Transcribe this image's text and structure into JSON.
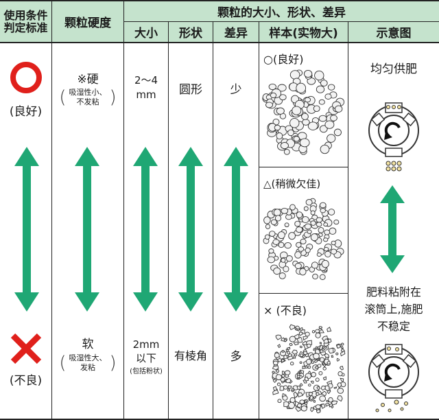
{
  "header": {
    "criteria_label_line1": "使用条件",
    "criteria_label_line2": "判定标准",
    "hardness_label": "颗粒硬度",
    "group_title": "颗粒的大小、形状、差异",
    "size_label": "大小",
    "shape_label": "形状",
    "variance_label": "差异",
    "sample_label": "样本(实物大)",
    "diagram_label": "示意图"
  },
  "good": {
    "verdict": "(良好)",
    "hardness_main": "※硬",
    "hardness_note_line1": "吸湿性小、",
    "hardness_note_line2": "不发粘",
    "size_line1": "2〜4",
    "size_line2": "mm",
    "shape": "圆形",
    "variance": "少",
    "sample_label": "○(良好)",
    "diagram_caption": "均匀供肥"
  },
  "medium": {
    "sample_label": "△(稍微欠佳)"
  },
  "bad": {
    "verdict": "(不良)",
    "hardness_main": "软",
    "hardness_note_line1": "吸湿性大、",
    "hardness_note_line2": "发粘",
    "size_line1": "2mm",
    "size_line2": "以下",
    "size_note": "(包括粉状)",
    "shape": "有棱角",
    "variance": "多",
    "sample_label": "×  (不良)",
    "diagram_caption_line1": "肥料粘附在",
    "diagram_caption_line2": "滚筒上,施肥",
    "diagram_caption_line3": "不稳定"
  },
  "colors": {
    "header_bg": "#c5e3cd",
    "arrow": "#1fa774",
    "good_symbol": "#e0201b",
    "bad_symbol": "#e0201b"
  }
}
